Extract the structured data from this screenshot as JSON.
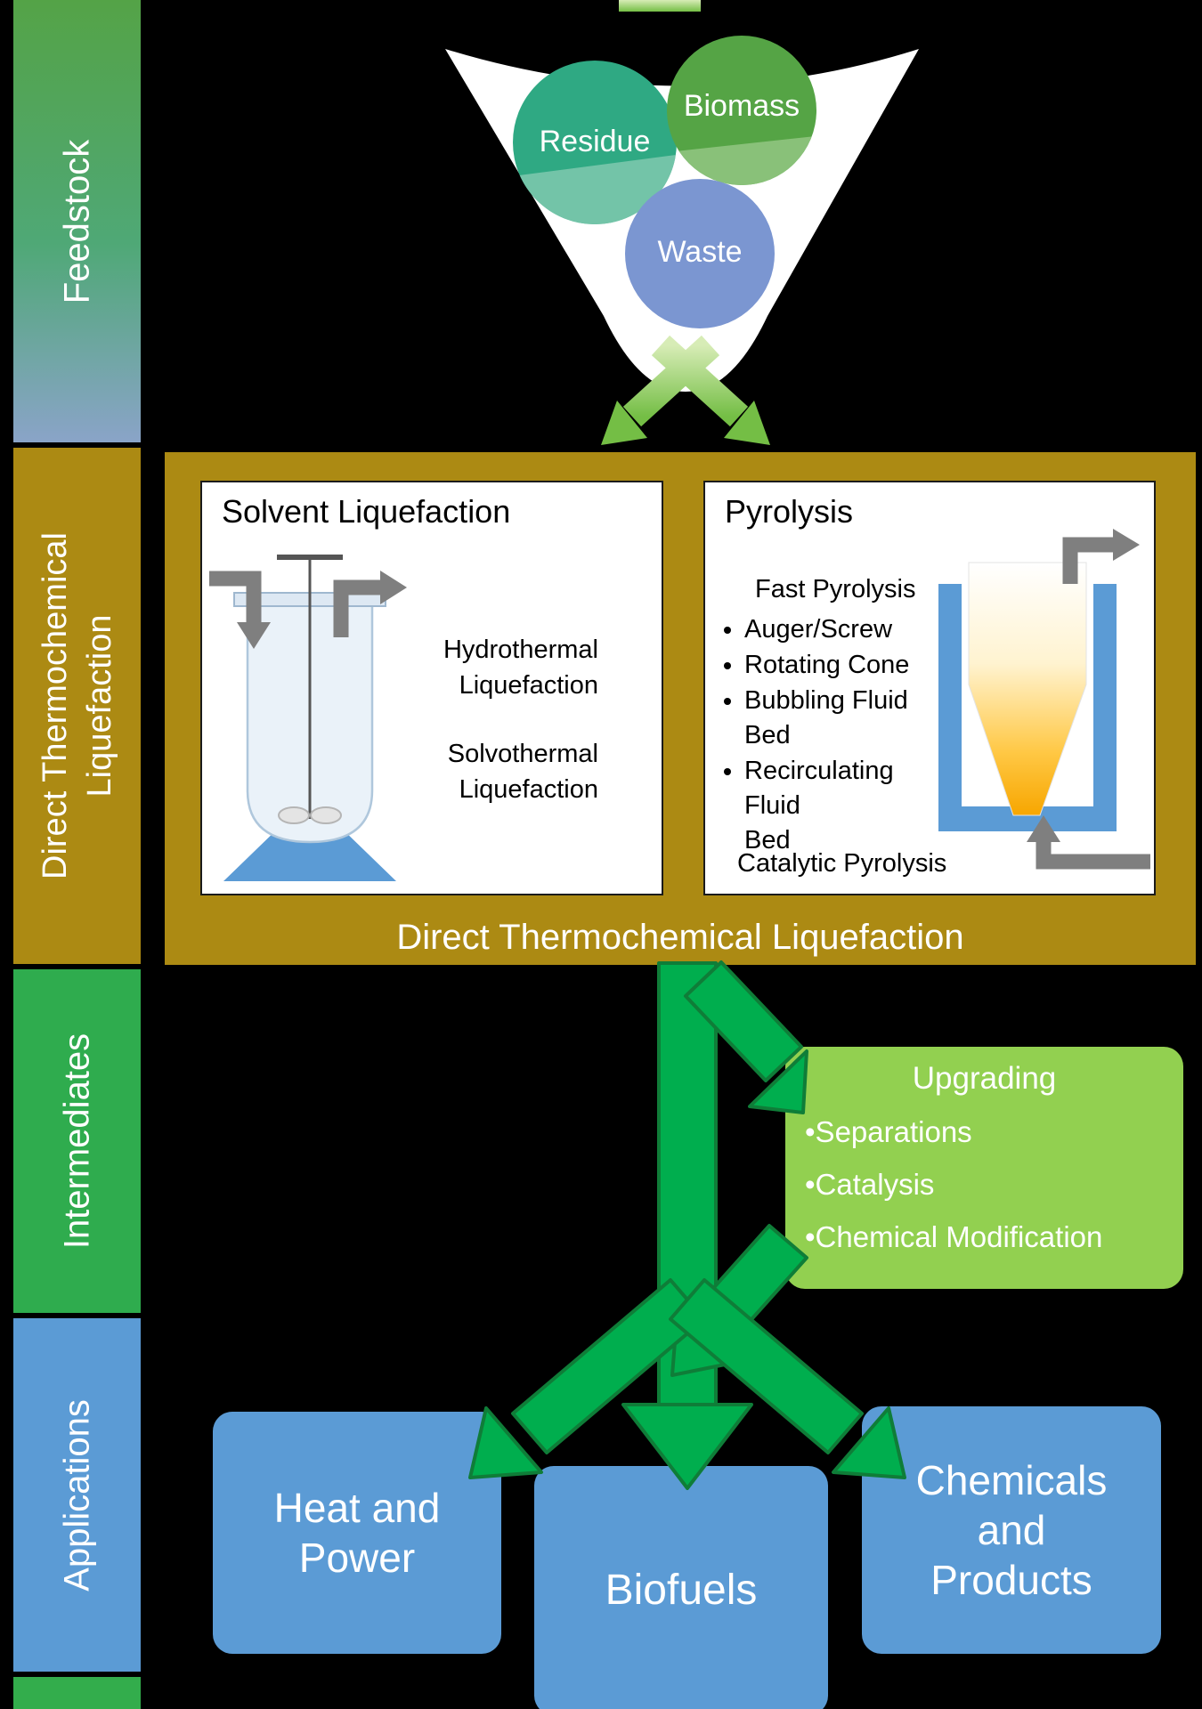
{
  "sidebar": {
    "bands": [
      {
        "label": "Feedstock",
        "color_top": "#54A347",
        "color_bottom": "#8AA4C8"
      },
      {
        "label": "Direct Thermochemical\nLiquefaction",
        "color": "#AC8A13"
      },
      {
        "label": "Intermediates",
        "color": "#2FAC4E"
      },
      {
        "label": "Applications",
        "color": "#5B9BD5"
      }
    ]
  },
  "feedstock": {
    "circles": [
      {
        "label": "Residue",
        "color": "#2FA983"
      },
      {
        "label": "Biomass",
        "color": "#55A445"
      },
      {
        "label": "Waste",
        "color": "#7B96D1"
      }
    ]
  },
  "dtl": {
    "title": "Direct Thermochemical Liquefaction",
    "box_color": "#AC8A13",
    "solvent_panel": {
      "title": "Solvent Liquefaction",
      "items": [
        "Hydrothermal\nLiquefaction",
        "Solvothermal\nLiquefaction"
      ]
    },
    "pyrolysis_panel": {
      "title": "Pyrolysis",
      "subtitle": "Fast Pyrolysis",
      "bullets": [
        "Auger/Screw",
        "Rotating Cone",
        "Bubbling Fluid\nBed",
        "Recirculating Fluid\nBed"
      ],
      "footer": "Catalytic Pyrolysis"
    }
  },
  "upgrading": {
    "title": "Upgrading",
    "bullets": [
      "•Separations",
      "•Catalysis",
      "•Chemical Modification"
    ],
    "color": "#92D050"
  },
  "applications": {
    "boxes": [
      {
        "label": "Heat and\nPower"
      },
      {
        "label": "Biofuels"
      },
      {
        "label": "Chemicals\nand\nProducts"
      }
    ],
    "color": "#5B9BD5"
  },
  "arrows": {
    "process_fill": "#00AE4E",
    "process_outline": "#0F7D38",
    "feed_gradient": [
      "#D7ECB6",
      "#74BE45"
    ],
    "equipment_gray": "#7F7F7F"
  }
}
